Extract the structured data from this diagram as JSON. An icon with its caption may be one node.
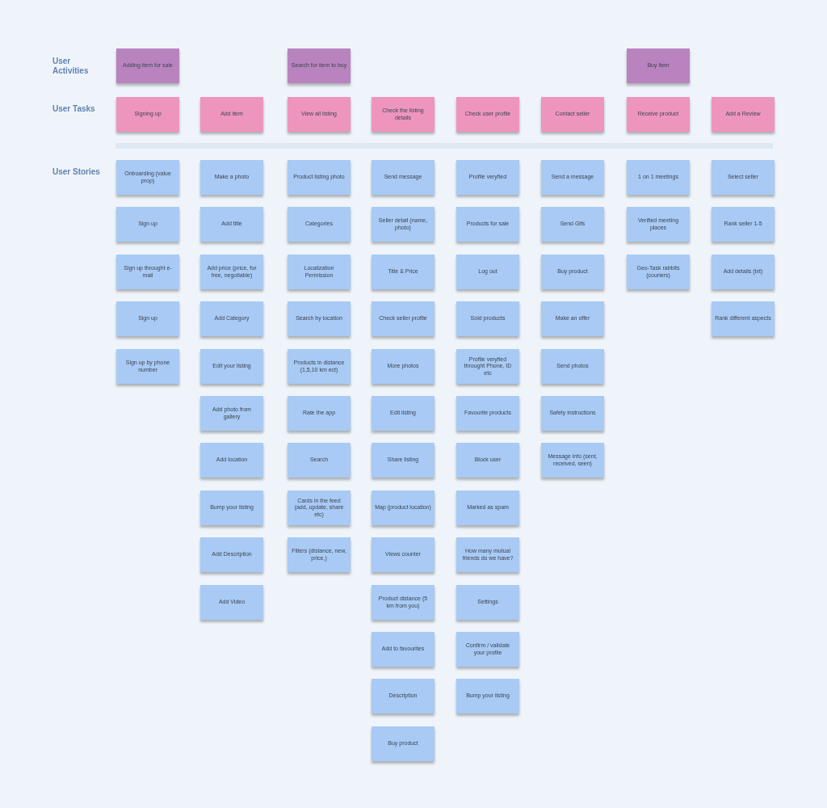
{
  "diagram": {
    "nodes": [
      {
        "text": [
          "Adding item for sale"
        ]
      },
      {
        "text": [
          "Search for item to buy"
        ]
      },
      {
        "text": [
          "Buy item"
        ]
      },
      {
        "text": [
          "Signing up"
        ]
      },
      {
        "text": [
          "Add item"
        ]
      },
      {
        "text": [
          "View all listing"
        ]
      },
      {
        "text": [
          "Check the listing details"
        ]
      },
      {
        "text": [
          "Check user profile"
        ]
      },
      {
        "text": [
          "Contact seller"
        ]
      },
      {
        "text": [
          "Receive product"
        ]
      },
      {
        "text": [
          "Add a Review"
        ]
      },
      {
        "text": [
          "Onboarding (value prop)"
        ]
      },
      {
        "text": [
          "Sign up"
        ]
      },
      {
        "text": [
          "Sign up throught e-mail"
        ]
      },
      {
        "text": [
          "Sign up"
        ]
      },
      {
        "text": [
          "Sign up by phone number"
        ]
      },
      {
        "text": [
          "Make a photo"
        ]
      },
      {
        "text": [
          "Add title"
        ]
      },
      {
        "text": [
          "Add price (price, for free, negotiable)"
        ]
      },
      {
        "text": [
          "Add Category"
        ]
      },
      {
        "text": [
          "Edit your listing"
        ]
      },
      {
        "text": [
          "Add photo from gallery"
        ]
      },
      {
        "text": [
          "Add location"
        ]
      },
      {
        "text": [
          "Bump your listing"
        ]
      },
      {
        "text": [
          "Add Description"
        ]
      },
      {
        "text": [
          "Add Video"
        ]
      },
      {
        "text": [
          "Product listing photo"
        ]
      },
      {
        "text": [
          "Categories"
        ]
      },
      {
        "text": [
          "Localization Permission"
        ]
      },
      {
        "text": [
          "Search by location"
        ]
      },
      {
        "text": [
          "Products in distance (1,5,10 km ect)"
        ]
      },
      {
        "text": [
          "Rate the app"
        ]
      },
      {
        "text": [
          "Search"
        ]
      },
      {
        "text": [
          "Cards in the feed (add, update, share etc)"
        ]
      },
      {
        "text": [
          "Filters (distance, new, price,)"
        ]
      },
      {
        "text": [
          "Send message"
        ]
      },
      {
        "text": [
          "Seller detail (name, photo)"
        ]
      },
      {
        "text": [
          "Title & Price"
        ]
      },
      {
        "text": [
          "Check seller profile"
        ]
      },
      {
        "text": [
          "More photos"
        ]
      },
      {
        "text": [
          "Edit listing"
        ]
      },
      {
        "text": [
          "Share listing"
        ]
      },
      {
        "text": [
          "Map (product location)"
        ]
      },
      {
        "text": [
          "Views counter"
        ]
      },
      {
        "text": [
          "Product distance (5 km from you)"
        ]
      },
      {
        "text": [
          "Add to favourites"
        ]
      },
      {
        "text": [
          "Description"
        ]
      },
      {
        "text": [
          "Buy product"
        ]
      },
      {
        "text": [
          "Profile veryfied"
        ]
      },
      {
        "text": [
          "Products for sale"
        ]
      },
      {
        "text": [
          "Log out"
        ]
      },
      {
        "text": [
          "Sold products"
        ]
      },
      {
        "text": [
          "Profile veryfied throught Phone, ID etc"
        ]
      },
      {
        "text": [
          "Favourite products"
        ]
      },
      {
        "text": [
          "Block user"
        ]
      },
      {
        "text": [
          "Marked as spam"
        ]
      },
      {
        "text": [
          "How many mutual friends do we have?"
        ]
      },
      {
        "text": [
          "Settings"
        ]
      },
      {
        "text": [
          "Confirm / validate your profile"
        ]
      },
      {
        "text": [
          "Bump your listing"
        ]
      },
      {
        "text": [
          "Send a message"
        ]
      },
      {
        "text": [
          "Send Gifs"
        ]
      },
      {
        "text": [
          "Buy product"
        ]
      },
      {
        "text": [
          "Make an offer"
        ]
      },
      {
        "text": [
          "Send photos"
        ]
      },
      {
        "text": [
          "Safety instructions"
        ]
      },
      {
        "text": [
          "Message info (sent, received, seen)"
        ]
      },
      {
        "text": [
          "1 on 1 meetings"
        ]
      },
      {
        "text": [
          "Verified meeting places"
        ]
      },
      {
        "text": [
          "Geo-Task rabbits (couriers)"
        ]
      },
      {
        "text": [
          "Select seller"
        ]
      },
      {
        "text": [
          "Rank seller 1-5"
        ]
      },
      {
        "text": [
          "Add details (txt)"
        ]
      },
      {
        "text": [
          "Rank different aspects"
        ]
      }
    ],
    "labels": [
      "User Activities",
      "User Tasks",
      "User Stories"
    ]
  }
}
